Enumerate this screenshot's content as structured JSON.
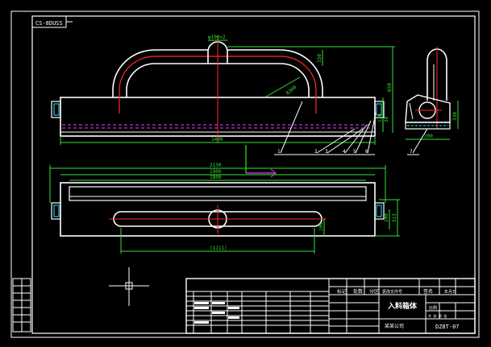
{
  "drawing": {
    "code_tag": "CS-8DUSS",
    "colors": {
      "background": "#000000",
      "outline": "#ffffff",
      "centerline": "#ff2a2a",
      "dimension": "#36e036",
      "hidden": "#e040ff",
      "ucs_x": "#e040ff",
      "ucs_y": "#36e036"
    }
  },
  "front_view": {
    "dims": {
      "top_hole": "φ100×2",
      "height_right": "650",
      "seg_a": "150",
      "diag": "R300",
      "short1": "170",
      "short2": "38",
      "length": "1400"
    },
    "balloons": [
      "1",
      "2",
      "3",
      "4",
      "5",
      "6"
    ]
  },
  "side_view": {
    "dims": {
      "height": "330",
      "width": "200"
    },
    "balloons": [
      "7"
    ]
  },
  "plan_view": {
    "dims": {
      "overall": "2130",
      "inner1": "1900",
      "inner2": "1800",
      "slot": "(1211)",
      "h_right1": "313",
      "h_right2": "200",
      "h_left": "100"
    }
  },
  "title_block": {
    "headers": [
      "标记",
      "处数",
      "分区",
      "更改文件号",
      "签名",
      "年月日"
    ],
    "part_name": "入料箱体",
    "company": "某某公司",
    "drawing_no": "DZ8T-07",
    "scale_label": "比例",
    "sheet_label": "共 张 第 张"
  }
}
